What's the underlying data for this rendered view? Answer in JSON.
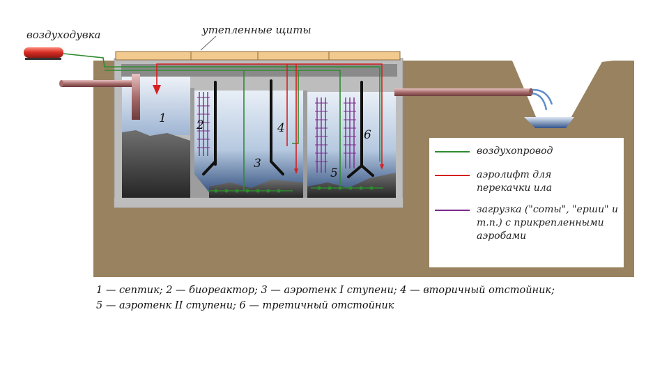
{
  "labels": {
    "blower": "воздуходувка",
    "panels": "утепленные щиты"
  },
  "chambers": [
    "1",
    "2",
    "3",
    "4",
    "5",
    "6"
  ],
  "legend": [
    {
      "text": "воздухопровод",
      "color": "#2e8b2e"
    },
    {
      "text": "аэролифт для перекачки ила",
      "color": "#d62020"
    },
    {
      "text": "загрузка (\"соты\", \"ерши\" и т.п.) с прикрепленными аэробами",
      "color": "#7a2a8c"
    }
  ],
  "caption": {
    "line1": "1 — септик; 2 — биореактор; 3 — аэротенк I ступени; 4 — вторичный отстойник;",
    "line2": "5 — аэротенк II ступени; 6 — третичный отстойник"
  },
  "colors": {
    "ground": "#988260",
    "concrete": "#bdbdbd",
    "water": "#b9cde3",
    "water_deep": "#2e4b7a",
    "sludge": "#4d4d4d",
    "panel": "#f2c98e",
    "pipe": "#b98383",
    "blower": "#d83a3a"
  }
}
